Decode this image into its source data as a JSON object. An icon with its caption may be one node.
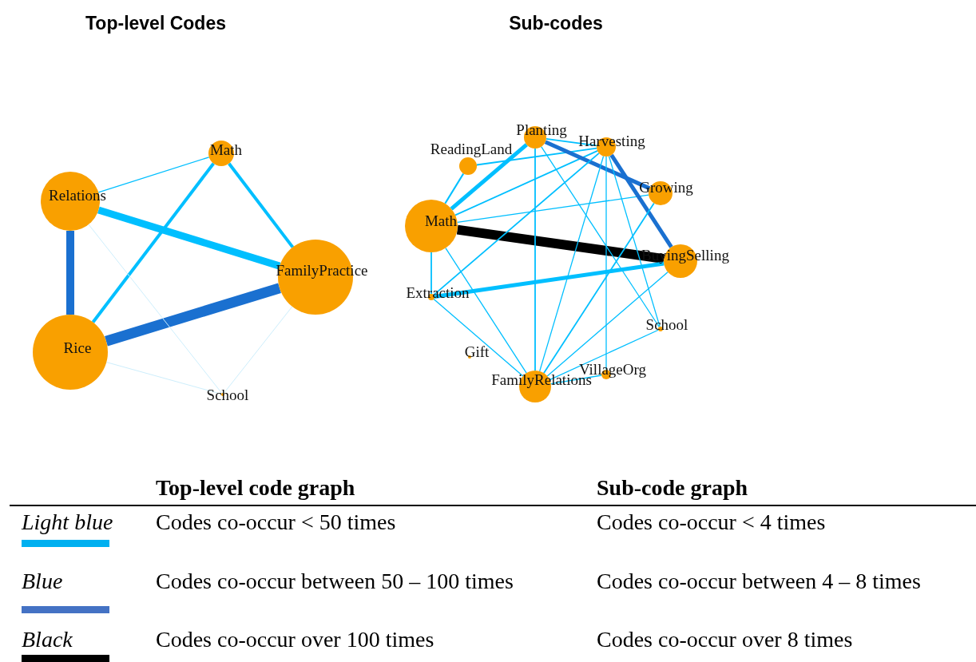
{
  "diagram": {
    "nodes": [
      {
        "text": [
          "Math"
        ]
      },
      {
        "text": [
          "Relations"
        ]
      },
      {
        "text": [
          "FamilyPractice"
        ]
      },
      {
        "text": [
          "Rice"
        ]
      },
      {
        "text": [
          "School"
        ]
      },
      {
        "text": [
          "Planting"
        ]
      },
      {
        "text": [
          "Harvesting"
        ]
      },
      {
        "text": [
          "ReadingLand"
        ]
      },
      {
        "text": [
          "Growing"
        ]
      },
      {
        "text": [
          "Math"
        ]
      },
      {
        "text": [
          "BuyingSelling"
        ]
      },
      {
        "text": [
          "Extraction"
        ]
      },
      {
        "text": [
          "School"
        ]
      },
      {
        "text": [
          "Gift"
        ]
      },
      {
        "text": [
          "VillageOrg"
        ]
      },
      {
        "text": [
          "FamilyRelations"
        ]
      }
    ],
    "edges": [
      {
        "from": 1,
        "to": 0,
        "arrow": "none"
      },
      {
        "from": 0,
        "to": 3,
        "arrow": "none",
        "style": "thick"
      },
      {
        "from": 0,
        "to": 2,
        "arrow": "none",
        "style": "thick"
      },
      {
        "from": 1,
        "to": 2,
        "arrow": "none",
        "style": "thick"
      },
      {
        "from": 1,
        "to": 3,
        "arrow": "none",
        "style": "thick",
        "color": "#1a70d0"
      },
      {
        "from": 3,
        "to": 2,
        "arrow": "none",
        "style": "thick",
        "color": "#1a70d0"
      },
      {
        "from": 1,
        "to": 4,
        "arrow": "none",
        "color": "#cdeefc"
      },
      {
        "from": 3,
        "to": 4,
        "arrow": "none",
        "color": "#cdeefc"
      },
      {
        "from": 2,
        "to": 4,
        "arrow": "none",
        "color": "#cdeefc"
      },
      {
        "from": 9,
        "to": 7,
        "arrow": "none"
      },
      {
        "from": 9,
        "to": 5,
        "arrow": "none",
        "style": "thick"
      },
      {
        "from": 9,
        "to": 6,
        "arrow": "none"
      },
      {
        "from": 9,
        "to": 8,
        "arrow": "none"
      },
      {
        "from": 9,
        "to": 10,
        "arrow": "none",
        "style": "thick",
        "color": "#000000"
      },
      {
        "from": 9,
        "to": 11,
        "arrow": "none"
      },
      {
        "from": 9,
        "to": 15,
        "arrow": "none"
      },
      {
        "from": 7,
        "to": 6,
        "arrow": "none"
      },
      {
        "from": 5,
        "to": 6,
        "arrow": "none"
      },
      {
        "from": 5,
        "to": 8,
        "arrow": "none",
        "style": "thick",
        "color": "#1a70d0"
      },
      {
        "from": 6,
        "to": 10,
        "arrow": "none",
        "style": "thick",
        "color": "#1a70d0"
      },
      {
        "from": 5,
        "to": 15,
        "arrow": "none"
      },
      {
        "from": 5,
        "to": 12,
        "arrow": "none"
      },
      {
        "from": 6,
        "to": 11,
        "arrow": "none"
      },
      {
        "from": 6,
        "to": 15,
        "arrow": "none"
      },
      {
        "from": 6,
        "to": 14,
        "arrow": "none"
      },
      {
        "from": 6,
        "to": 12,
        "arrow": "none"
      },
      {
        "from": 8,
        "to": 15,
        "arrow": "none"
      },
      {
        "from": 11,
        "to": 10,
        "arrow": "none",
        "style": "thick"
      },
      {
        "from": 11,
        "to": 15,
        "arrow": "none"
      },
      {
        "from": 10,
        "to": 15,
        "arrow": "none"
      },
      {
        "from": 15,
        "to": 14,
        "arrow": "none"
      },
      {
        "from": 15,
        "to": 12,
        "arrow": "none"
      }
    ],
    "labels": [
      "Top-level Codes",
      "Sub-codes",
      "Top-level code graph",
      "Sub-code graph",
      "Codes co-occur < 50 times",
      "Codes co-occur < 4 times",
      "Codes co-occur between 50 – 100 times",
      "Codes co-occur between 4 – 8 times",
      "Codes co-occur over 100 times",
      "Codes co-occur over 8 times"
    ],
    "legend": [
      {
        "text": "Light blue",
        "color": "#00b0f0"
      },
      {
        "text": "Blue",
        "color": "#4472c4"
      },
      {
        "text": "Black",
        "color": "#000000"
      }
    ]
  }
}
